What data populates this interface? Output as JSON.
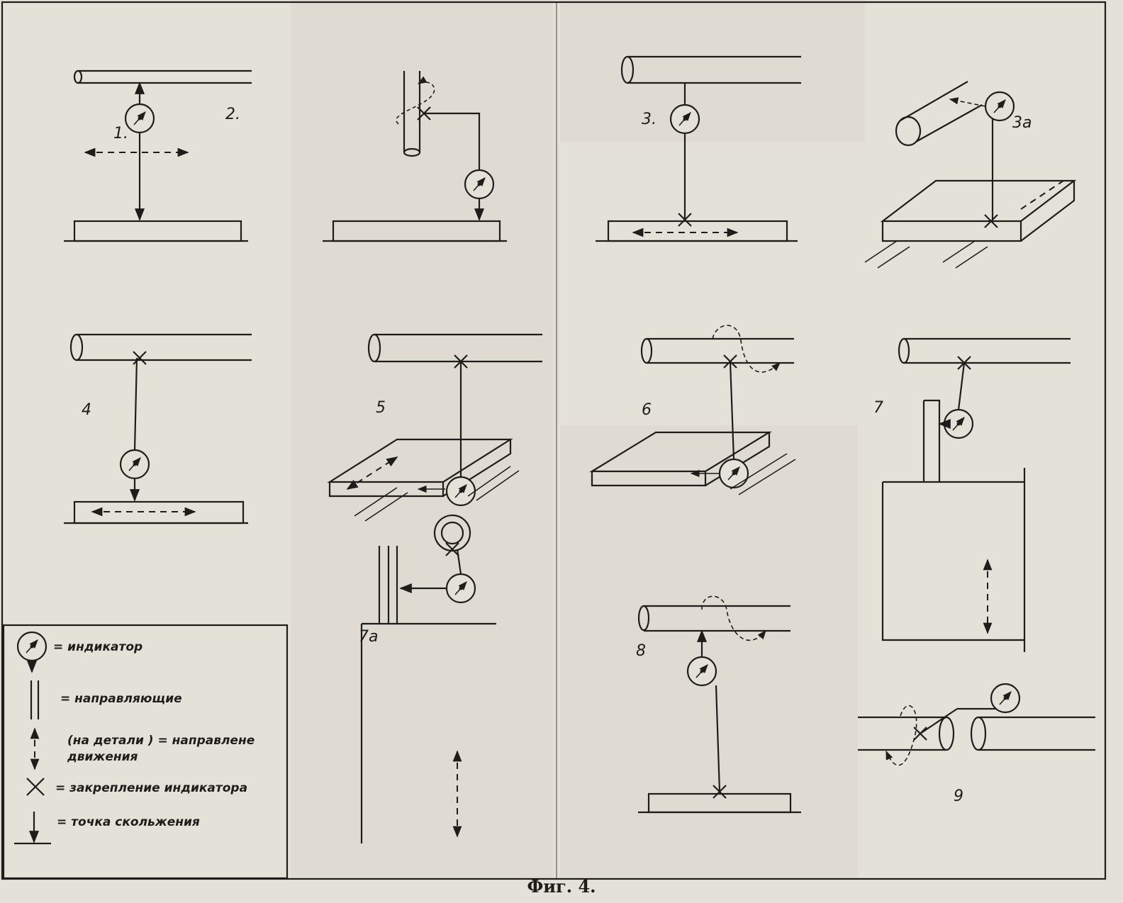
{
  "figure": {
    "caption": "Фиг. 4.",
    "labels": {
      "d1": "1.",
      "d2": "2.",
      "d3": "3.",
      "d3a": "3a",
      "d4": "4",
      "d5": "5",
      "d6": "6",
      "d7": "7",
      "d7a": "7a",
      "d8": "8",
      "d9": "9"
    }
  },
  "legend": {
    "indicator": "= индикатор",
    "guides": "= направляющие",
    "direction_1": "(на детали ) = направлене",
    "direction_2": "движения",
    "clamp": "= закрепление  индикатора",
    "slide_point": "= точка  скольжения"
  },
  "colors": {
    "ink": "#1e1d1b",
    "paper": "#e4e1d8"
  }
}
